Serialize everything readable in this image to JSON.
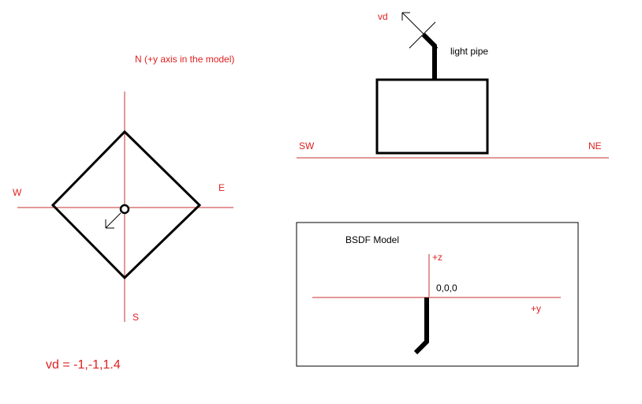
{
  "colors": {
    "annotation": "#e02020",
    "axis": "#c83232",
    "ink": "#000000"
  },
  "plan_view": {
    "north_label": "N (+y axis in the model)",
    "west_label": "W",
    "east_label": "E",
    "south_label": "S",
    "vd_equation": "vd = -1,-1,1.4"
  },
  "side_view": {
    "vd_label": "vd",
    "light_pipe_label": "light pipe",
    "sw_label": "SW",
    "ne_label": "NE"
  },
  "bsdf_model": {
    "title": "BSDF Model",
    "z_label": "+z",
    "origin_label": "0,0,0",
    "y_label": "+y"
  }
}
